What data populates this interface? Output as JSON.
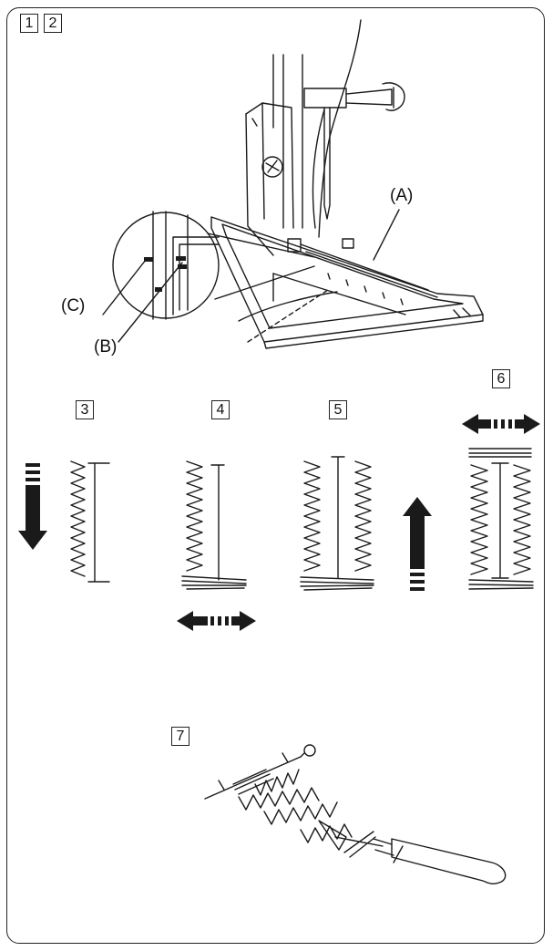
{
  "steps": [
    "1",
    "2",
    "3",
    "4",
    "5",
    "6",
    "7"
  ],
  "callouts": {
    "a": "(A)",
    "b": "(B)",
    "c": "(C)"
  },
  "colors": {
    "ink": "#1a1a1a",
    "background": "#ffffff"
  }
}
